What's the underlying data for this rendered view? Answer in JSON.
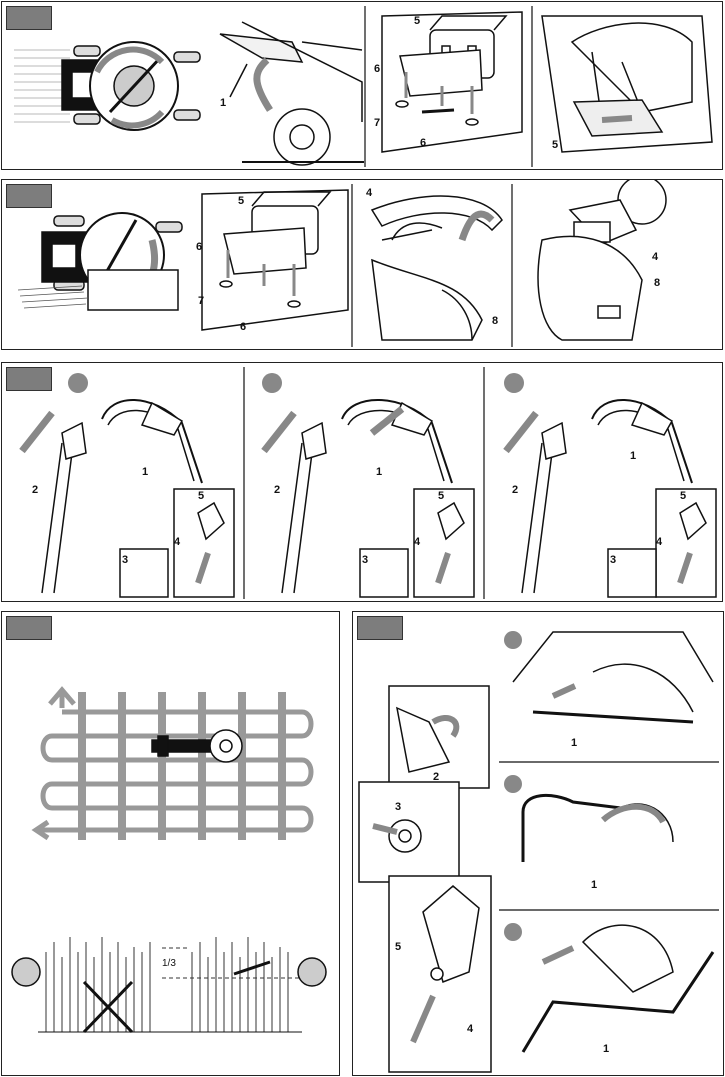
{
  "labels": {
    "one": "1",
    "two": "2",
    "three": "3",
    "four": "4",
    "five": "5",
    "six": "6",
    "seven": "7",
    "eight": "8",
    "one_third": "1/3"
  }
}
